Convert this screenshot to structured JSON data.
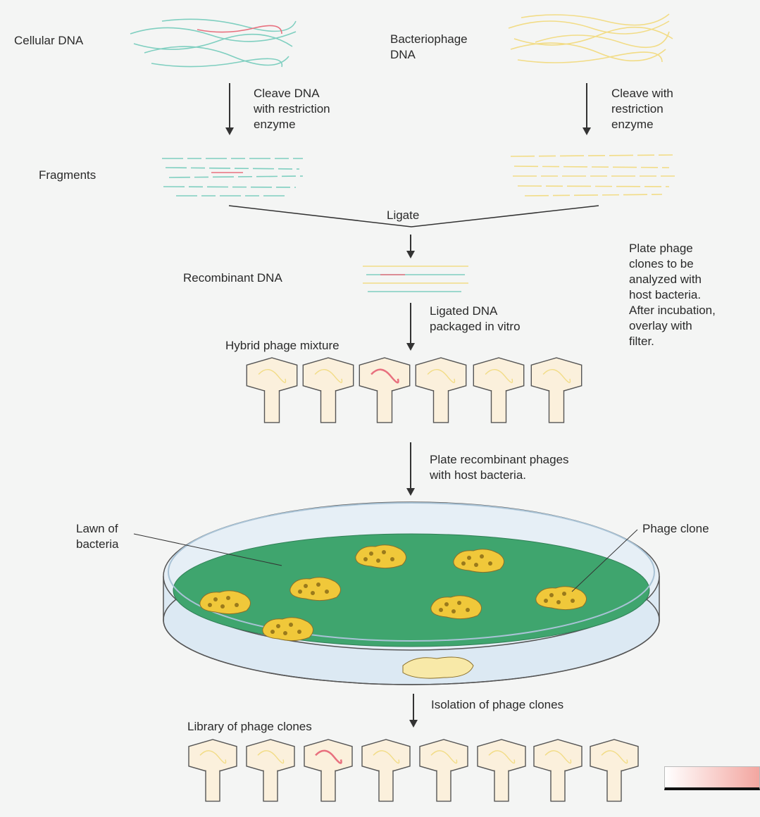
{
  "labels": {
    "cellular_dna": "Cellular DNA",
    "bacteriophage_dna": "Bacteriophage\nDNA",
    "cleave_left": "Cleave DNA\nwith restriction\nenzyme",
    "cleave_right": "Cleave with\nrestriction\nenzyme",
    "fragments": "Fragments",
    "ligate": "Ligate",
    "recombinant_dna": "Recombinant DNA",
    "plate_note": "Plate phage\nclones to be\nanalyzed with\nhost bacteria.\nAfter incubation,\noverlay with\nfilter.",
    "ligated_packaged": "Ligated DNA\npackaged in vitro",
    "hybrid_mixture": "Hybrid phage mixture",
    "plate_recombinant": "Plate recombinant phages\nwith host bacteria.",
    "lawn_of_bacteria": "Lawn of\nbacteria",
    "phage_clone": "Phage clone",
    "isolation": "Isolation of phage clones",
    "library": "Library of phage clones"
  },
  "colors": {
    "cellular_dna": "#7fcfc0",
    "insert_dna": "#e8707e",
    "phage_dna": "#f2dc86",
    "lawn": "#3fa56e",
    "plaque": "#f0c83a",
    "plaque_spot": "#9a7a1c",
    "dish": "#dce9f3",
    "phage_head": "#fbf0dc"
  }
}
